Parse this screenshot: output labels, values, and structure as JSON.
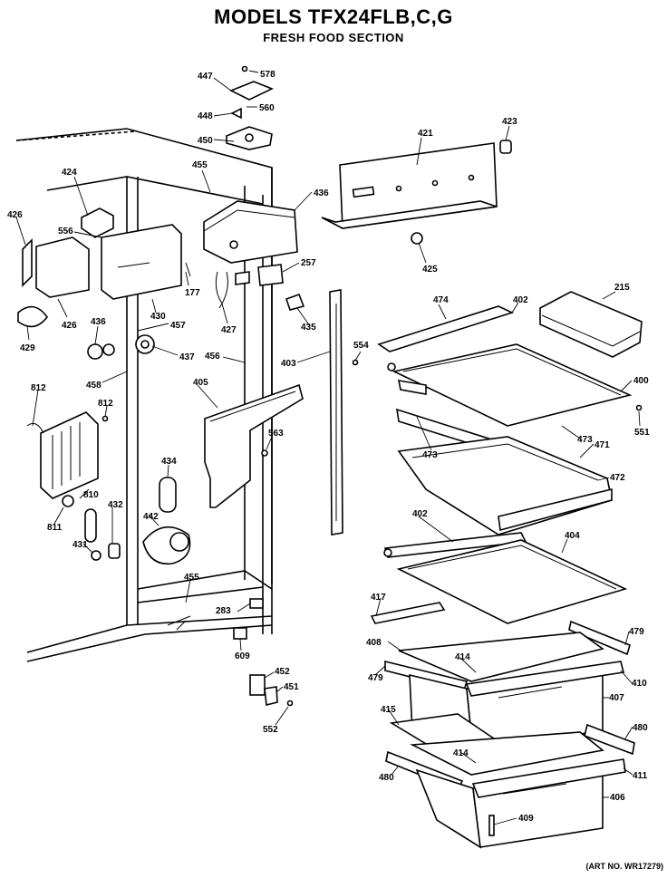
{
  "title": "MODELS TFX24FLB,C,G",
  "subtitle": "FRESH FOOD SECTION",
  "art_number": "(ART NO. WR17279)",
  "callouts": {
    "c447": "447",
    "c578": "578",
    "c448": "448",
    "c560": "560",
    "c450": "450",
    "c455a": "455",
    "c424": "424",
    "c426a": "426",
    "c556": "556",
    "c426b": "426",
    "c429": "429",
    "c436a": "436",
    "c430": "430",
    "c457": "457",
    "c437": "437",
    "c177": "177",
    "c427": "427",
    "c436b": "436",
    "c257": "257",
    "c435": "435",
    "c421": "421",
    "c423": "423",
    "c425": "425",
    "c456": "456",
    "c458": "458",
    "c403": "403",
    "c554": "554",
    "c474": "474",
    "c402a": "402",
    "c215": "215",
    "c400": "400",
    "c812a": "812",
    "c812b": "812",
    "c405": "405",
    "c563": "563",
    "c551": "551",
    "c473a": "473",
    "c473b": "473",
    "c471": "471",
    "c472": "472",
    "c434": "434",
    "c810": "810",
    "c432": "432",
    "c442": "442",
    "c811": "811",
    "c431": "431",
    "c402b": "402",
    "c404": "404",
    "c455b": "455",
    "c417": "417",
    "c283": "283",
    "c479a": "479",
    "c408": "408",
    "c414a": "414",
    "c609": "609",
    "c479b": "479",
    "c410": "410",
    "c407": "407",
    "c452": "452",
    "c451": "451",
    "c415": "415",
    "c552": "552",
    "c480a": "480",
    "c414b": "414",
    "c480b": "480",
    "c411": "411",
    "c406": "406",
    "c409": "409"
  }
}
